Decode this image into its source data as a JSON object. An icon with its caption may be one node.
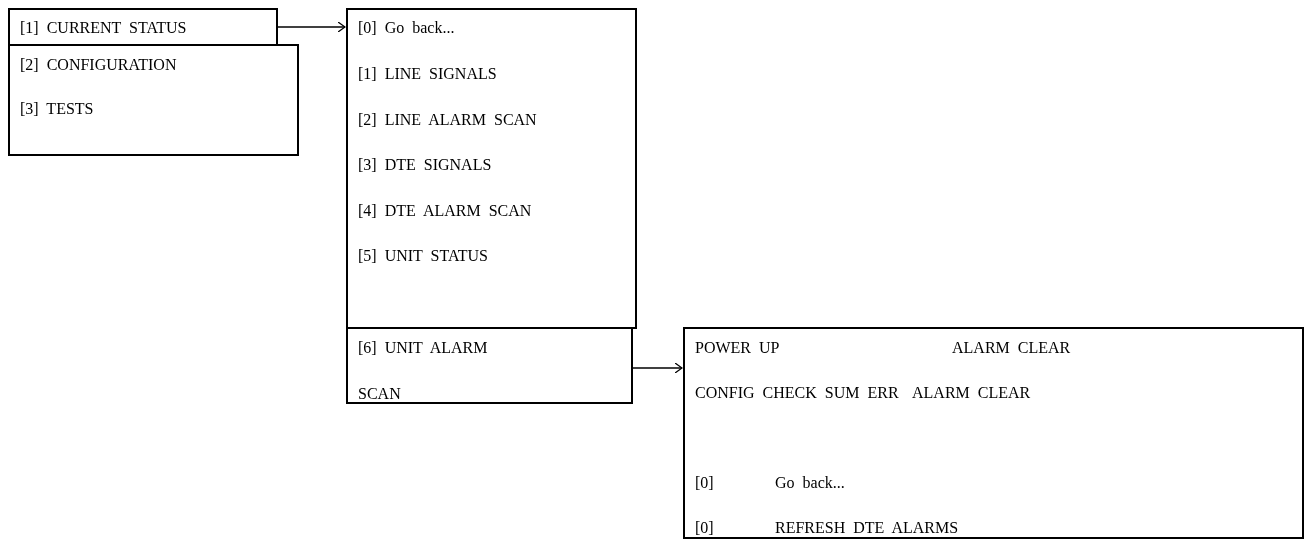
{
  "diagram": {
    "nodes": [
      {
        "text": [
          "[1] CURRENT STATUS"
        ]
      },
      {
        "text": [
          "[2] CONFIGURATION",
          "[3] TESTS"
        ]
      },
      {
        "text": [
          "[0] Go back...",
          "[1] LINE SIGNALS",
          "[2] LINE ALARM SCAN",
          "[3] DTE SIGNALS",
          "[4] DTE ALARM SCAN",
          "[5] UNIT STATUS"
        ]
      },
      {
        "text": [
          "[6] UNIT ALARM SCAN"
        ]
      },
      {
        "text": [
          "POWER UP",
          "ALARM CLEAR",
          "CONFIG CHECK SUM ERR",
          "ALARM CLEAR",
          "[0]",
          "Go back...",
          "[0]",
          "REFRESH DTE ALARMS"
        ]
      }
    ],
    "edges": [
      {
        "from": 0,
        "to": 2,
        "arrow": "to"
      },
      {
        "from": 3,
        "to": 4,
        "arrow": "to"
      }
    ]
  }
}
